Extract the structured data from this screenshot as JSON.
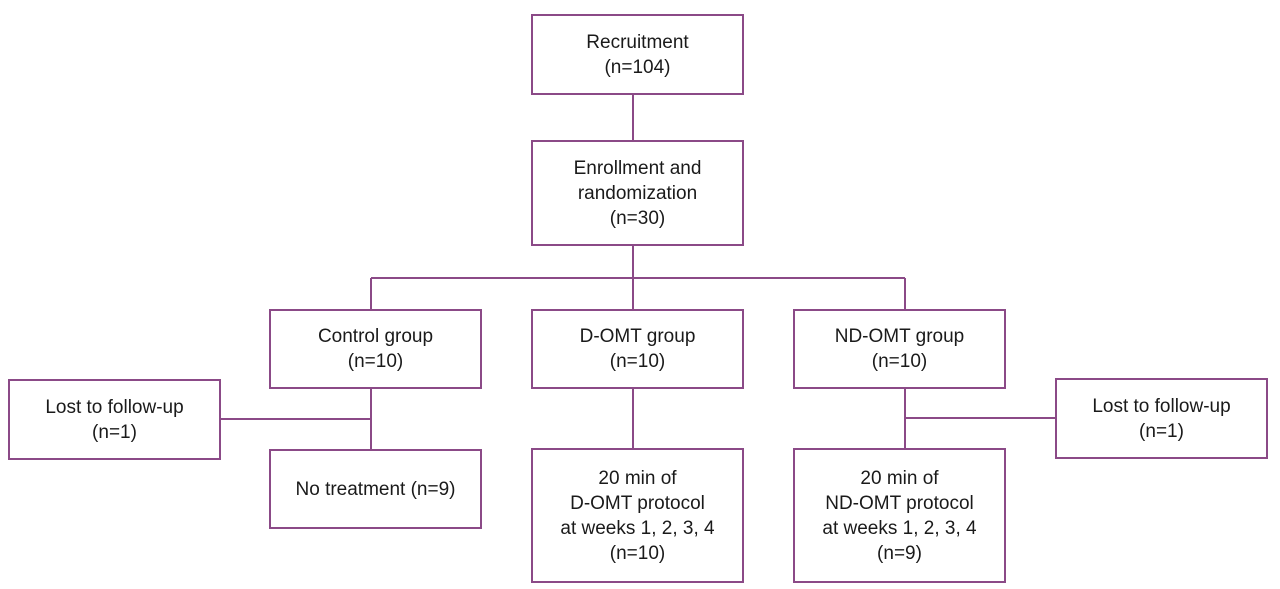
{
  "colors": {
    "border": "#8b4a87",
    "text": "#1a1a1a",
    "background": "#ffffff"
  },
  "boxes": {
    "recruitment": "Recruitment\n(n=104)",
    "enrollment": "Enrollment and\nrandomization\n(n=30)",
    "control_group": "Control group\n(n=10)",
    "domt_group": "D-OMT group\n(n=10)",
    "ndomt_group": "ND-OMT group\n(n=10)",
    "lost_left": "Lost to follow-up\n(n=1)",
    "lost_right": "Lost to follow-up\n(n=1)",
    "no_treatment": "No treatment (n=9)",
    "domt_protocol": "20 min of\nD-OMT protocol\nat weeks 1, 2, 3, 4\n(n=10)",
    "ndomt_protocol": "20 min of\nND-OMT protocol\nat weeks 1, 2, 3, 4\n(n=9)"
  }
}
